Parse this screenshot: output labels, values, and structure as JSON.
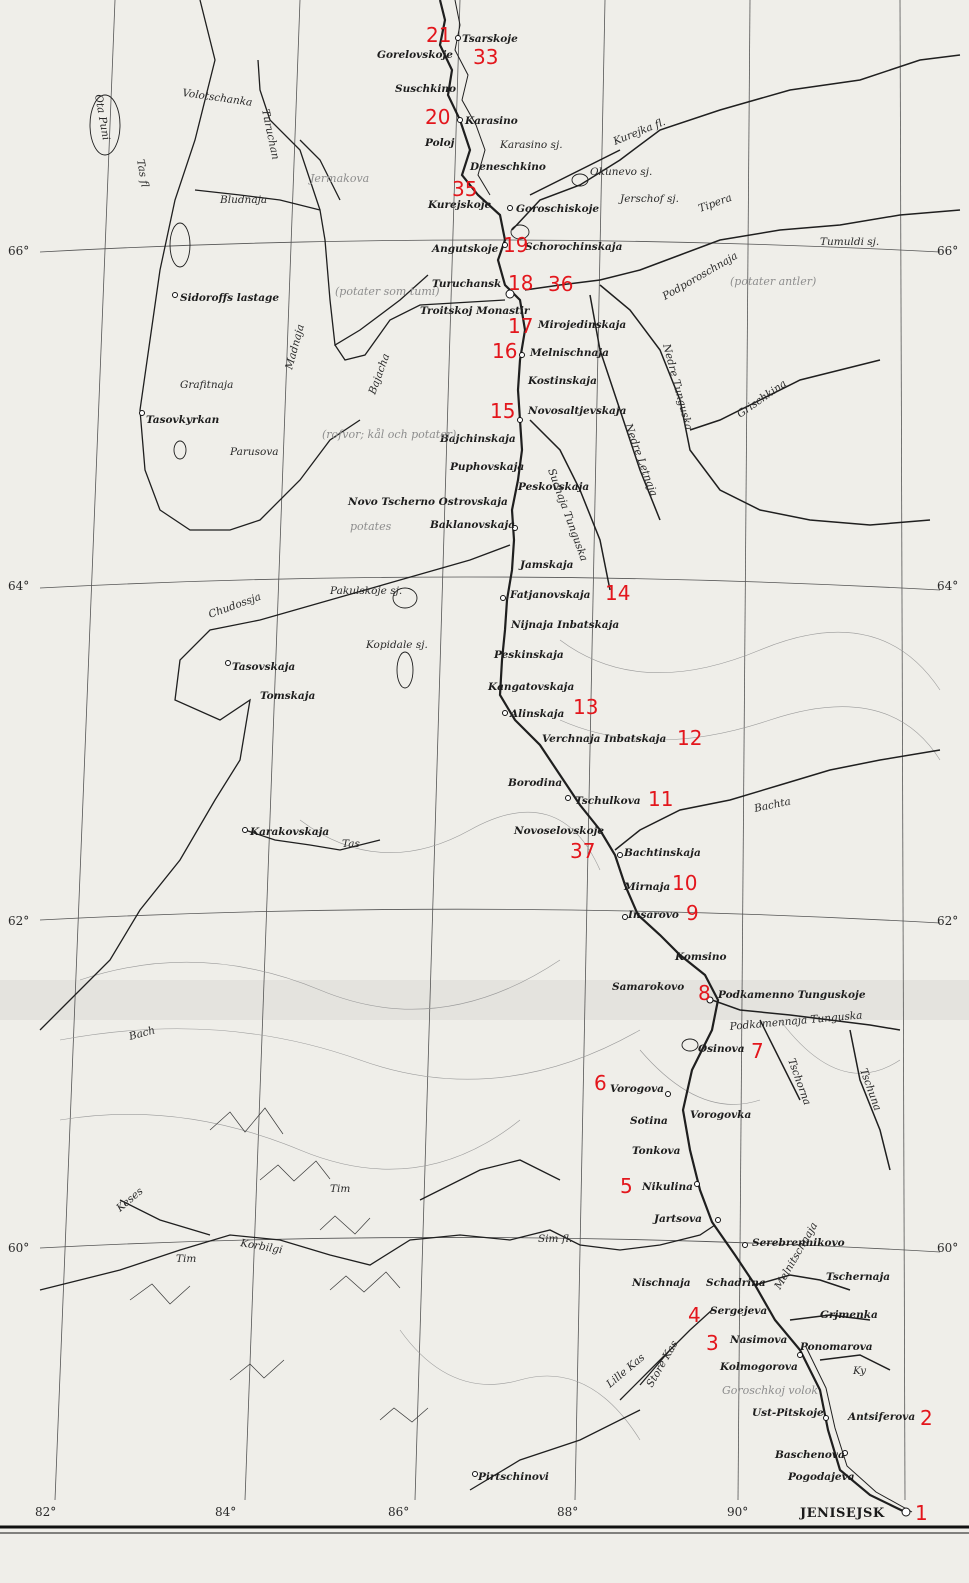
{
  "map": {
    "latitude_labels": [
      "66°",
      "64°",
      "62°",
      "60°"
    ],
    "longitude_labels": [
      "82°",
      "84°",
      "86°",
      "88°",
      "90°"
    ],
    "places": [
      {
        "id": "jenisejsk",
        "label": "JENISEJSK",
        "style": "large"
      },
      {
        "id": "pogodajeva",
        "label": "Pogodajeva"
      },
      {
        "id": "baschenova",
        "label": "Baschenova"
      },
      {
        "id": "antsiferova",
        "label": "Antsiferova"
      },
      {
        "id": "ust-pitskoje",
        "label": "Ust-Pitskoje"
      },
      {
        "id": "kolmogorova",
        "label": "Kolmogorova"
      },
      {
        "id": "ponomarova",
        "label": "Ponomarova"
      },
      {
        "id": "nasimova",
        "label": "Nasimova"
      },
      {
        "id": "sergejeva",
        "label": "Sergejeva"
      },
      {
        "id": "nischnaja",
        "label": "Nischnaja"
      },
      {
        "id": "schadrina",
        "label": "Schadrina"
      },
      {
        "id": "serebrennikovo",
        "label": "Serebrennikovo"
      },
      {
        "id": "tschernaja",
        "label": "Tschernaja"
      },
      {
        "id": "grjmenka",
        "label": "Grjmenka"
      },
      {
        "id": "jartsova",
        "label": "Jartsova"
      },
      {
        "id": "nikulina",
        "label": "Nikulina"
      },
      {
        "id": "tonkova",
        "label": "Tonkova"
      },
      {
        "id": "sotina",
        "label": "Sotina"
      },
      {
        "id": "vorogova",
        "label": "Vorogova"
      },
      {
        "id": "vorogovka",
        "label": "Vorogovka"
      },
      {
        "id": "osinova",
        "label": "Osinova"
      },
      {
        "id": "samarokovo",
        "label": "Samarokovo"
      },
      {
        "id": "podkamenno-tunguskoje",
        "label": "Podkamenno Tunguskoje"
      },
      {
        "id": "komsino",
        "label": "Komsino"
      },
      {
        "id": "insarovo",
        "label": "Insarovo"
      },
      {
        "id": "mirnaja",
        "label": "Mirnaja"
      },
      {
        "id": "bachtinskaja",
        "label": "Bachtinskaja"
      },
      {
        "id": "novoselovskoje",
        "label": "Novoselovskoje"
      },
      {
        "id": "tschulkova",
        "label": "Tschulkova"
      },
      {
        "id": "borodina",
        "label": "Borodina"
      },
      {
        "id": "verchnaja-inbatskaja",
        "label": "Verchnaja Inbatskaja"
      },
      {
        "id": "alinskaja",
        "label": "Alinskaja"
      },
      {
        "id": "kangatovskaja",
        "label": "Kangatovskaja"
      },
      {
        "id": "peskinskaja",
        "label": "Peskinskaja"
      },
      {
        "id": "nijnaja-inbatskaja",
        "label": "Nijnaja Inbatskaja"
      },
      {
        "id": "fatjanovskaja",
        "label": "Fatjanovskaja"
      },
      {
        "id": "jamskaja",
        "label": "Jamskaja"
      },
      {
        "id": "baklanovskaja",
        "label": "Baklanovskaja"
      },
      {
        "id": "novo-tscherno-ostrovskaja",
        "label": "Novo Tscherno Ostrovskaja"
      },
      {
        "id": "peskovskaja",
        "label": "Peskovskaja"
      },
      {
        "id": "puphovskaja",
        "label": "Puphovskaja"
      },
      {
        "id": "bajchinskaja",
        "label": "Bajchinskaja"
      },
      {
        "id": "novosaltjevskaja",
        "label": "Novosaltjevskaja"
      },
      {
        "id": "kostinskaja",
        "label": "Kostinskaja"
      },
      {
        "id": "melnischnaja",
        "label": "Melnischnaja"
      },
      {
        "id": "mirojedinskaja",
        "label": "Mirojedinskaja"
      },
      {
        "id": "troitskoj-monastir",
        "label": "Troitskoj Monastir"
      },
      {
        "id": "turuchansk",
        "label": "Turuchansk"
      },
      {
        "id": "angutskoje",
        "label": "Angutskoje"
      },
      {
        "id": "schorochinskaja",
        "label": "Schorochinskaja"
      },
      {
        "id": "kurejskoje",
        "label": "Kurejskoje"
      },
      {
        "id": "goroschiskoje",
        "label": "Goroschiskoje"
      },
      {
        "id": "deneschkino",
        "label": "Deneschkino"
      },
      {
        "id": "poloj",
        "label": "Poloj"
      },
      {
        "id": "karasino",
        "label": "Karasino"
      },
      {
        "id": "suschkino",
        "label": "Suschkino"
      },
      {
        "id": "gorelovskoje",
        "label": "Gorelovskoje"
      },
      {
        "id": "tsarskoje",
        "label": "Tsarskoje"
      },
      {
        "id": "sidoroffs-lastage",
        "label": "Sidoroffs lastage"
      },
      {
        "id": "tasovkyrkan",
        "label": "Tasovkyrkan"
      },
      {
        "id": "tasovskaja",
        "label": "Tasovskaja"
      },
      {
        "id": "tomskaja",
        "label": "Tomskaja"
      },
      {
        "id": "karakovskaja",
        "label": "Karakovskaja"
      },
      {
        "id": "pirtschinovi",
        "label": "Pirtschinovi"
      }
    ],
    "rivers_lakes": [
      {
        "id": "volotschanka",
        "label": "Volotschanka"
      },
      {
        "id": "turuchan",
        "label": "Turuchan"
      },
      {
        "id": "bludnaja",
        "label": "Bludnaja"
      },
      {
        "id": "ota-puni",
        "label": "Ota Puni"
      },
      {
        "id": "tas",
        "label": "Tas fl"
      },
      {
        "id": "madnaja",
        "label": "Madnaja"
      },
      {
        "id": "bajacha",
        "label": "Bajacha"
      },
      {
        "id": "grafitnaja",
        "label": "Grafitnaja"
      },
      {
        "id": "parusova",
        "label": "Parusova"
      },
      {
        "id": "chudossja",
        "label": "Chudossja"
      },
      {
        "id": "pakulskoje",
        "label": "Pakulskoje sj."
      },
      {
        "id": "kopidale",
        "label": "Kopidale sj."
      },
      {
        "id": "tas-lower",
        "label": "Tas"
      },
      {
        "id": "bach",
        "label": "Bach"
      },
      {
        "id": "keses",
        "label": "Keses"
      },
      {
        "id": "tim-west",
        "label": "Tim"
      },
      {
        "id": "korbilgi",
        "label": "Korbilgi"
      },
      {
        "id": "tim",
        "label": "Tim"
      },
      {
        "id": "sim",
        "label": "Sim fl."
      },
      {
        "id": "lille-kas",
        "label": "Lille Kas"
      },
      {
        "id": "store-kas",
        "label": "Store Kas"
      },
      {
        "id": "melnitschnaja",
        "label": "Melnitschnaja"
      },
      {
        "id": "kurejka",
        "label": "Kurejka fl."
      },
      {
        "id": "karasino-sj",
        "label": "Karasino sj."
      },
      {
        "id": "okunevo-sj",
        "label": "Okunevo sj."
      },
      {
        "id": "jerschof-sj",
        "label": "Jerschof sj."
      },
      {
        "id": "tipera",
        "label": "Tipera"
      },
      {
        "id": "tumuldi-sj",
        "label": "Tumuldi sj."
      },
      {
        "id": "podporoschnaja",
        "label": "Podporoschnaja"
      },
      {
        "id": "nedre-tunguska",
        "label": "Nedre Tunguska"
      },
      {
        "id": "grischkina",
        "label": "Grischkina"
      },
      {
        "id": "nedre-letnaja",
        "label": "Nedre Letnaja"
      },
      {
        "id": "suchaja-tunguska",
        "label": "Suchaja Tunguska"
      },
      {
        "id": "bachta",
        "label": "Bachta"
      },
      {
        "id": "podkamennaja-tunguska",
        "label": "Podkamennaja Tunguska"
      },
      {
        "id": "tschuna",
        "label": "Tschuna"
      },
      {
        "id": "tschorna",
        "label": "Tschorna"
      },
      {
        "id": "ky",
        "label": "Ky"
      }
    ],
    "pencil_notes": [
      {
        "id": "pencil-1",
        "text": "(potater som tumi)"
      },
      {
        "id": "pencil-2",
        "text": "(potater antler)"
      },
      {
        "id": "pencil-3",
        "text": "(rofvor; kål och potater)"
      },
      {
        "id": "pencil-4",
        "text": "potates"
      },
      {
        "id": "pencil-5",
        "text": "Jermakova"
      },
      {
        "id": "pencil-6",
        "text": "Goroschkoj volok"
      }
    ],
    "markers": [
      {
        "id": "m1",
        "label": "1"
      },
      {
        "id": "m2",
        "label": "2"
      },
      {
        "id": "m3",
        "label": "3"
      },
      {
        "id": "m4",
        "label": "4"
      },
      {
        "id": "m5",
        "label": "5"
      },
      {
        "id": "m6",
        "label": "6"
      },
      {
        "id": "m7",
        "label": "7"
      },
      {
        "id": "m8",
        "label": "8"
      },
      {
        "id": "m9",
        "label": "9"
      },
      {
        "id": "m10",
        "label": "10"
      },
      {
        "id": "m11",
        "label": "11"
      },
      {
        "id": "m12",
        "label": "12"
      },
      {
        "id": "m13",
        "label": "13"
      },
      {
        "id": "m14",
        "label": "14"
      },
      {
        "id": "m15",
        "label": "15"
      },
      {
        "id": "m16",
        "label": "16"
      },
      {
        "id": "m17",
        "label": "17"
      },
      {
        "id": "m18",
        "label": "18"
      },
      {
        "id": "m19",
        "label": "19"
      },
      {
        "id": "m20",
        "label": "20"
      },
      {
        "id": "m21",
        "label": "21"
      },
      {
        "id": "m33",
        "label": "33"
      },
      {
        "id": "m35",
        "label": "35"
      },
      {
        "id": "m36",
        "label": "36"
      },
      {
        "id": "m37",
        "label": "37"
      }
    ],
    "colors": {
      "paper": "#efeee9",
      "ink": "#1d1d1d",
      "marker": "#e3161c",
      "pencil": "#8d8d8d"
    }
  }
}
